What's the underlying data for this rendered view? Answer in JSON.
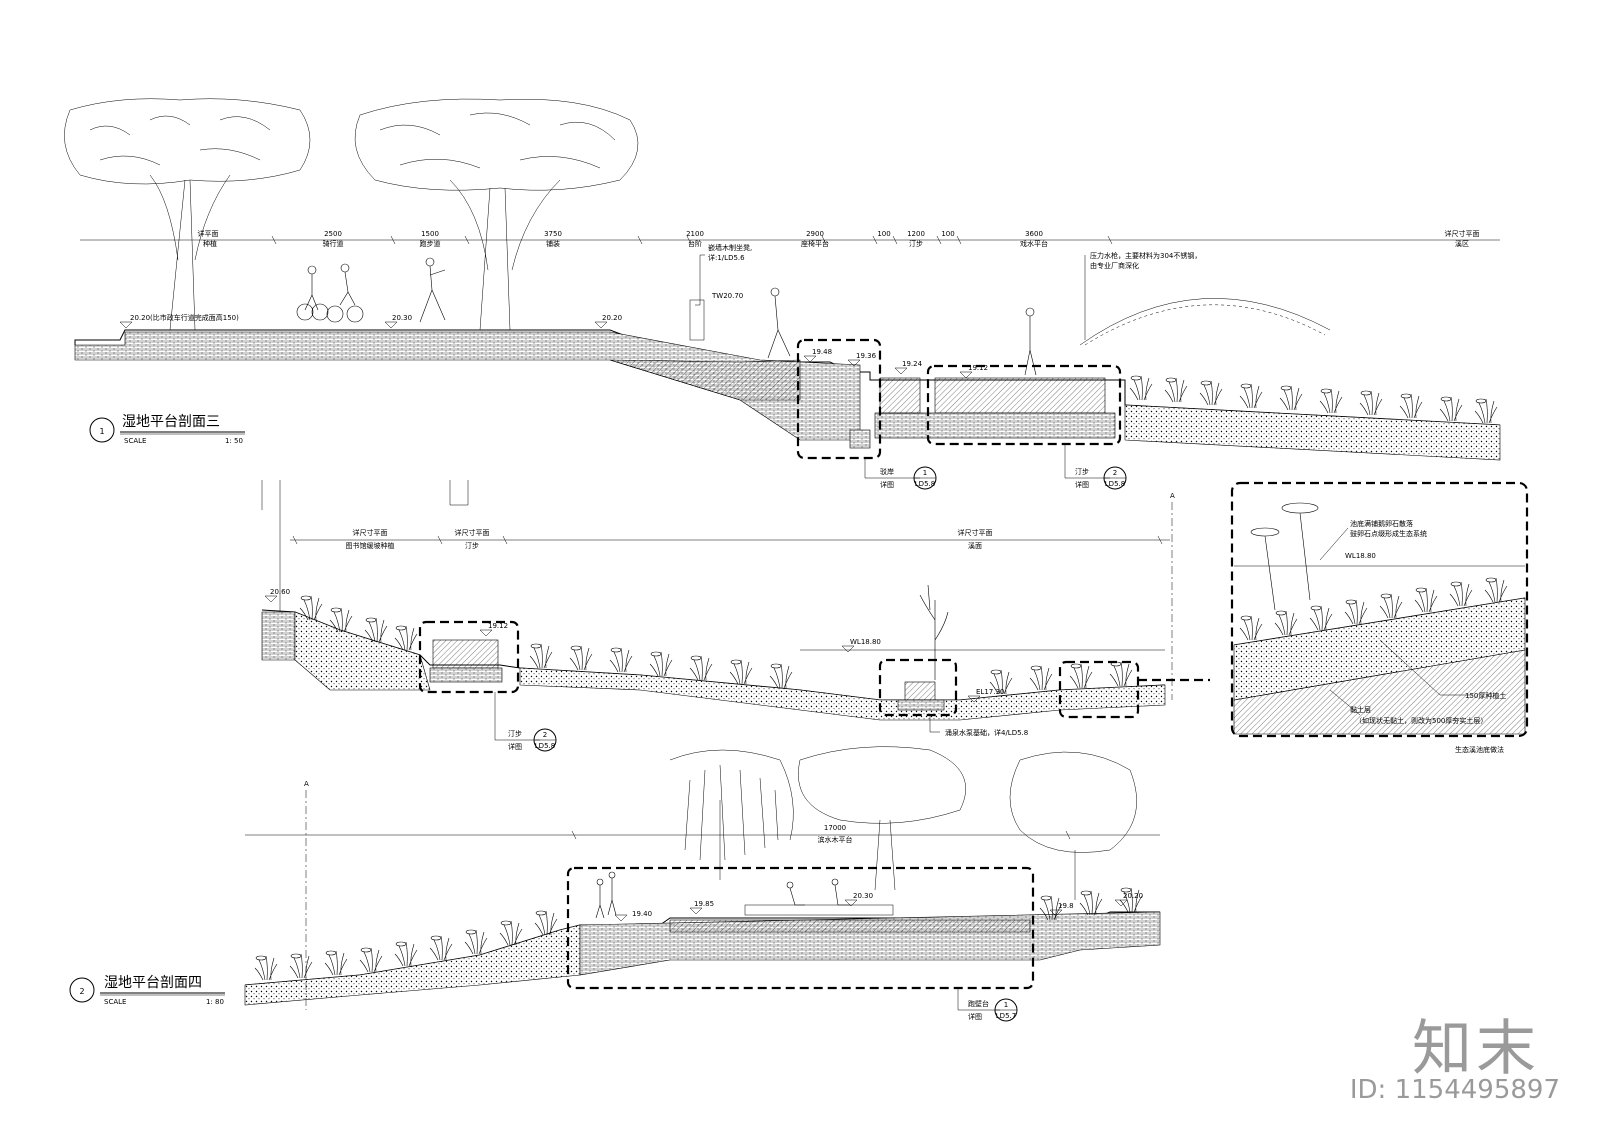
{
  "section1": {
    "number": "1",
    "title": "湿地平台剖面三",
    "scale_label": "SCALE",
    "scale": "1: 50",
    "dims": [
      {
        "v": "",
        "l": "详平面"
      },
      {
        "v": "",
        "l": "种植"
      },
      {
        "v": "2500",
        "l": "骑行道"
      },
      {
        "v": "1500",
        "l": "跑步道"
      },
      {
        "v": "3750",
        "l": "铺装"
      },
      {
        "v": "2100",
        "l": "台阶"
      },
      {
        "v": "2900",
        "l": "座椅平台"
      },
      {
        "v": "100",
        "l": ""
      },
      {
        "v": "1200",
        "l": "汀步"
      },
      {
        "v": "100",
        "l": ""
      },
      {
        "v": "3600",
        "l": "戏水平台"
      },
      {
        "v": "",
        "l": "详尺寸平面"
      },
      {
        "v": "",
        "l": "溪区"
      }
    ],
    "notes": {
      "bench": "嵌墙木制坐凳,",
      "bench_ref": "详:1/LD5.6",
      "tw": "TW20.70",
      "hydrant1": "压力水枪，主要材料为304不锈钢，",
      "hydrant2": "由专业厂商深化"
    },
    "elevations": [
      "20.20(比市政车行道完成面高150)",
      "20.30",
      "20.20",
      "19.48",
      "19.36",
      "19.24",
      "19.12"
    ],
    "refs": [
      {
        "name": "驳岸",
        "num": "1",
        "label": "详图",
        "sheet": "LD5.8"
      },
      {
        "name": "汀步",
        "num": "2",
        "label": "详图",
        "sheet": "LD5.8"
      }
    ]
  },
  "section_mid": {
    "dims": [
      {
        "a": "详尺寸平面",
        "b": "图书馆缓坡种植"
      },
      {
        "a": "详尺寸平面",
        "b": "汀步"
      },
      {
        "a": "详尺寸平面",
        "b": "溪面"
      }
    ],
    "elevations": [
      "20.60",
      "19.12",
      "WL18.80",
      "EL17.30"
    ],
    "pump_note": "涌泉水泵基础，详4/LD5.8",
    "ref": {
      "name": "汀步",
      "num": "2",
      "label": "详图",
      "sheet": "LD5.8"
    },
    "axis": "A"
  },
  "detail": {
    "note1": "池底满铺鹅卵石散落",
    "note2": "鼓卵石点缀形成生态系统",
    "wl": "WL18.80",
    "soil": "150厚种植土",
    "clay1": "黏土层",
    "clay2": "（如现状无黏土，则改为500厚夯实土层）",
    "caption": "生态溪池底做法"
  },
  "section2": {
    "number": "2",
    "title": "湿地平台剖面四",
    "scale_label": "SCALE",
    "scale": "1: 80",
    "dim_value": "17000",
    "dim_label": "滨水木平台",
    "elevations": [
      "19.40",
      "19.85",
      "20.30",
      "19.8",
      "20.20"
    ],
    "ref": {
      "name": "跑壁台",
      "num": "1",
      "label": "详图",
      "sheet": "LD5.7"
    },
    "axis": "A"
  },
  "watermark": {
    "brand": "知末",
    "id": "ID: 1154495897"
  }
}
